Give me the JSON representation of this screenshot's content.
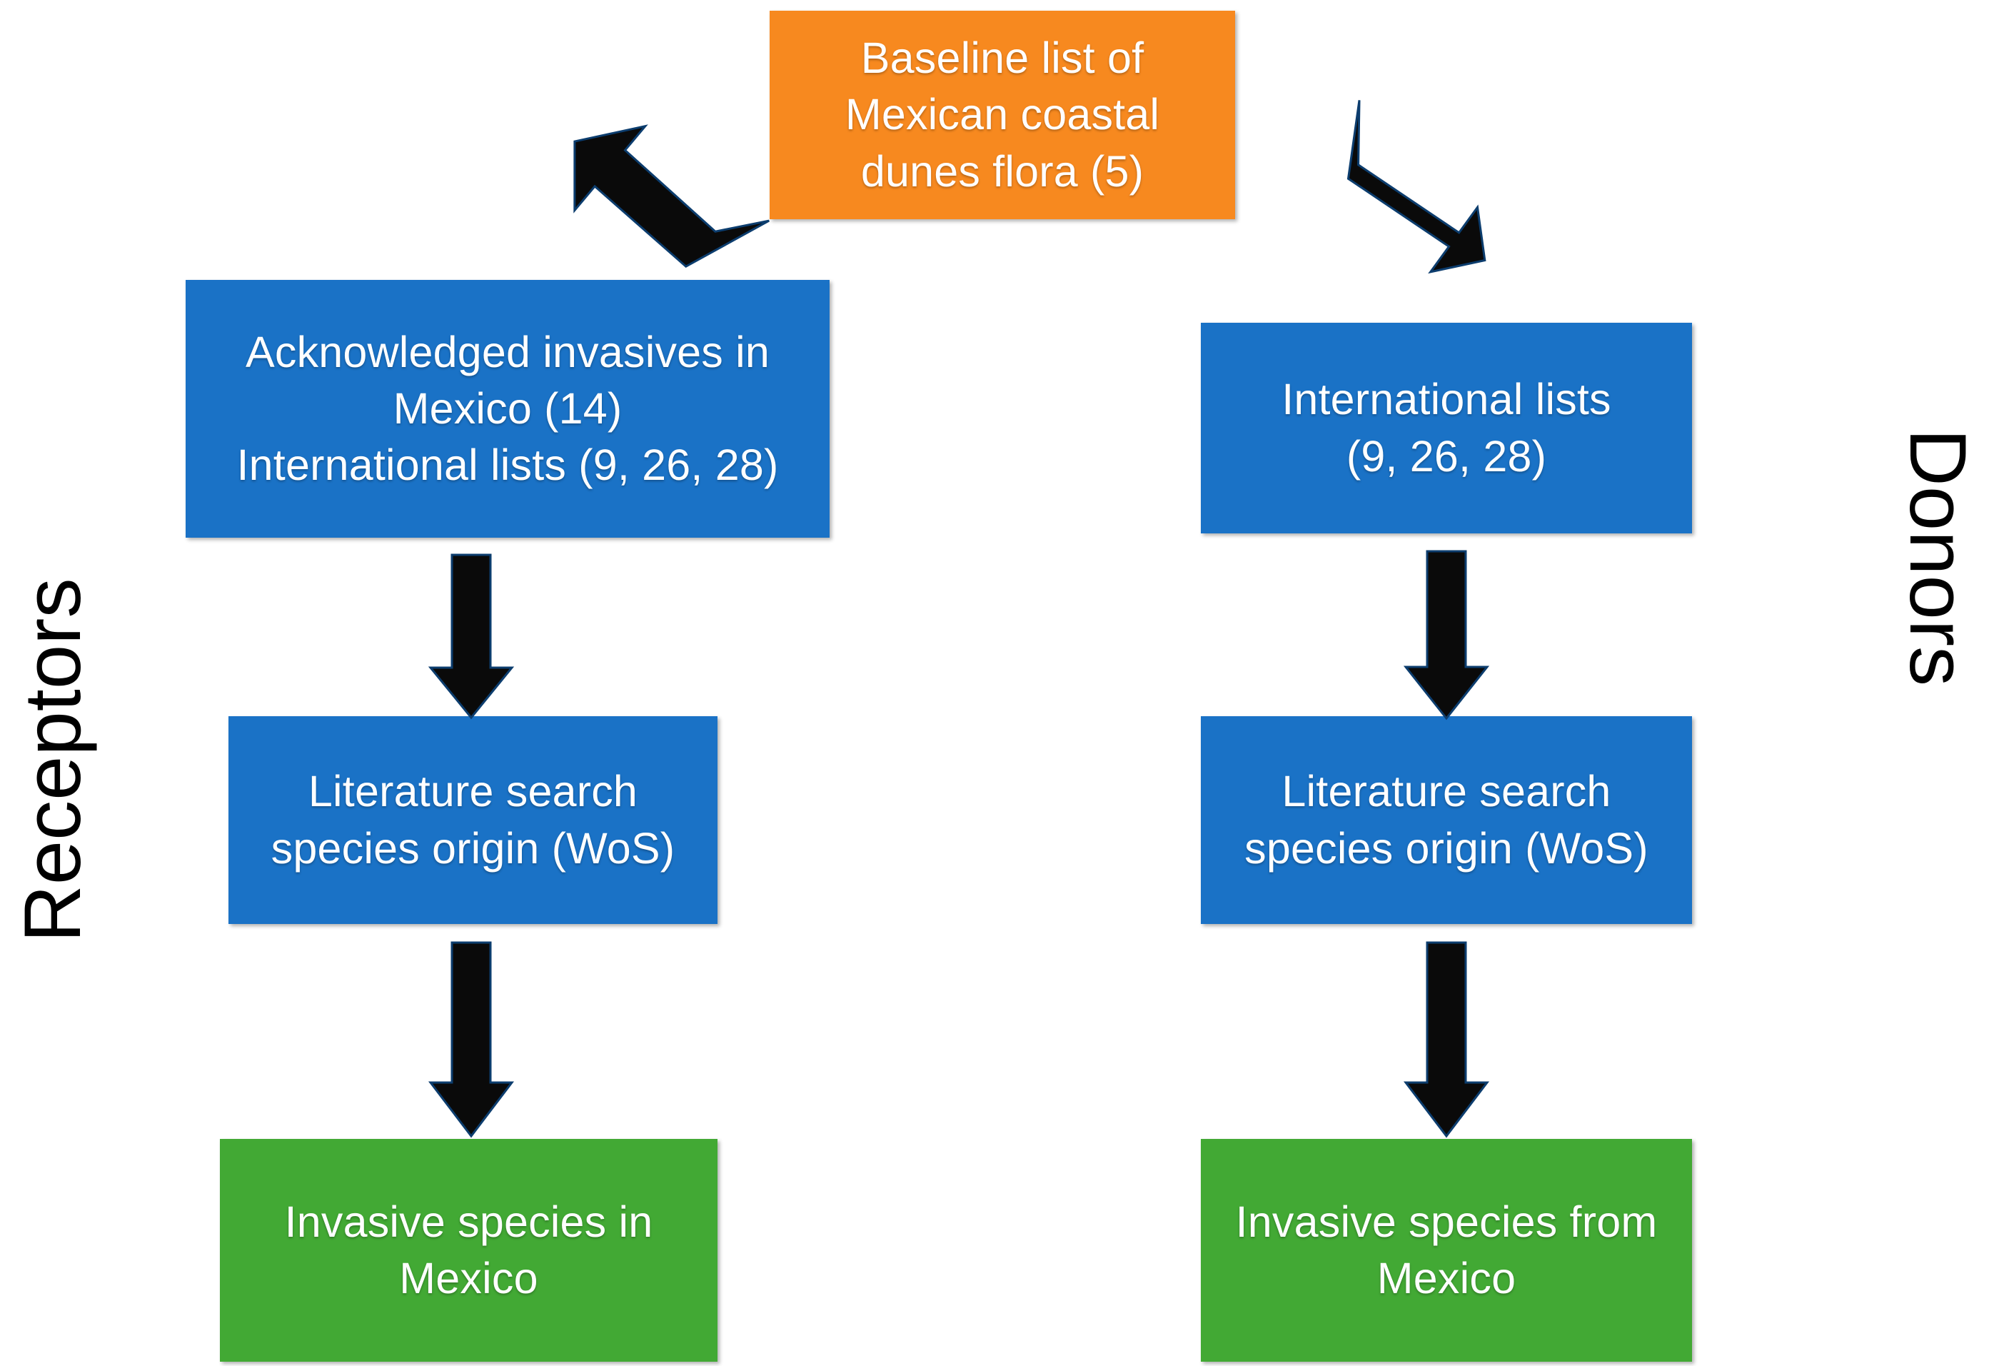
{
  "diagram": {
    "title_hidden": "",
    "colors": {
      "orange": "#F7891F",
      "blue": "#1A72C6",
      "green": "#42A934",
      "arrow": "#0A0A0A",
      "label_text": "#000000",
      "node_text": "#FFFFFF",
      "background": "#FFFFFF"
    },
    "side_labels": {
      "left": "Receptors",
      "right": "Donors"
    },
    "nodes": {
      "source": {
        "id": "baseline-list",
        "label": "Baseline list of\nMexican coastal\ndunes flora (5)",
        "color": "orange",
        "type": "source"
      },
      "receptor_lists": {
        "id": "acknowledged-invasives-mexico",
        "label": "Acknowledged invasives in\nMexico (14)\nInternational lists (9, 26, 28)",
        "color": "blue",
        "type": "process"
      },
      "donor_lists": {
        "id": "international-lists",
        "label": "International lists\n(9, 26, 28)",
        "color": "blue",
        "type": "process"
      },
      "receptor_literature": {
        "id": "literature-search-receptors",
        "label": "Literature search\nspecies origin (WoS)",
        "color": "blue",
        "type": "process"
      },
      "donor_literature": {
        "id": "literature-search-donors",
        "label": "Literature search\nspecies origin (WoS)",
        "color": "blue",
        "type": "process"
      },
      "receptor_result": {
        "id": "invasive-species-in-mexico",
        "label": "Invasive species in\nMexico",
        "color": "green",
        "type": "result"
      },
      "donor_result": {
        "id": "invasive-species-from-mexico",
        "label": "Invasive species from\nMexico",
        "color": "green",
        "type": "result"
      }
    },
    "edges": [
      {
        "id": "edge-source-to-receptors",
        "from": "baseline-list",
        "to": "acknowledged-invasives-mexico",
        "direction": "down-left"
      },
      {
        "id": "edge-source-to-donors",
        "from": "baseline-list",
        "to": "international-lists",
        "direction": "down-right"
      },
      {
        "id": "edge-receptor-lists-to-literature",
        "from": "acknowledged-invasives-mexico",
        "to": "literature-search-receptors",
        "direction": "down"
      },
      {
        "id": "edge-receptor-literature-to-result",
        "from": "literature-search-receptors",
        "to": "invasive-species-in-mexico",
        "direction": "down"
      },
      {
        "id": "edge-donor-lists-to-literature",
        "from": "international-lists",
        "to": "literature-search-donors",
        "direction": "down"
      },
      {
        "id": "edge-donor-literature-to-result",
        "from": "literature-search-donors",
        "to": "invasive-species-from-mexico",
        "direction": "down"
      }
    ]
  }
}
